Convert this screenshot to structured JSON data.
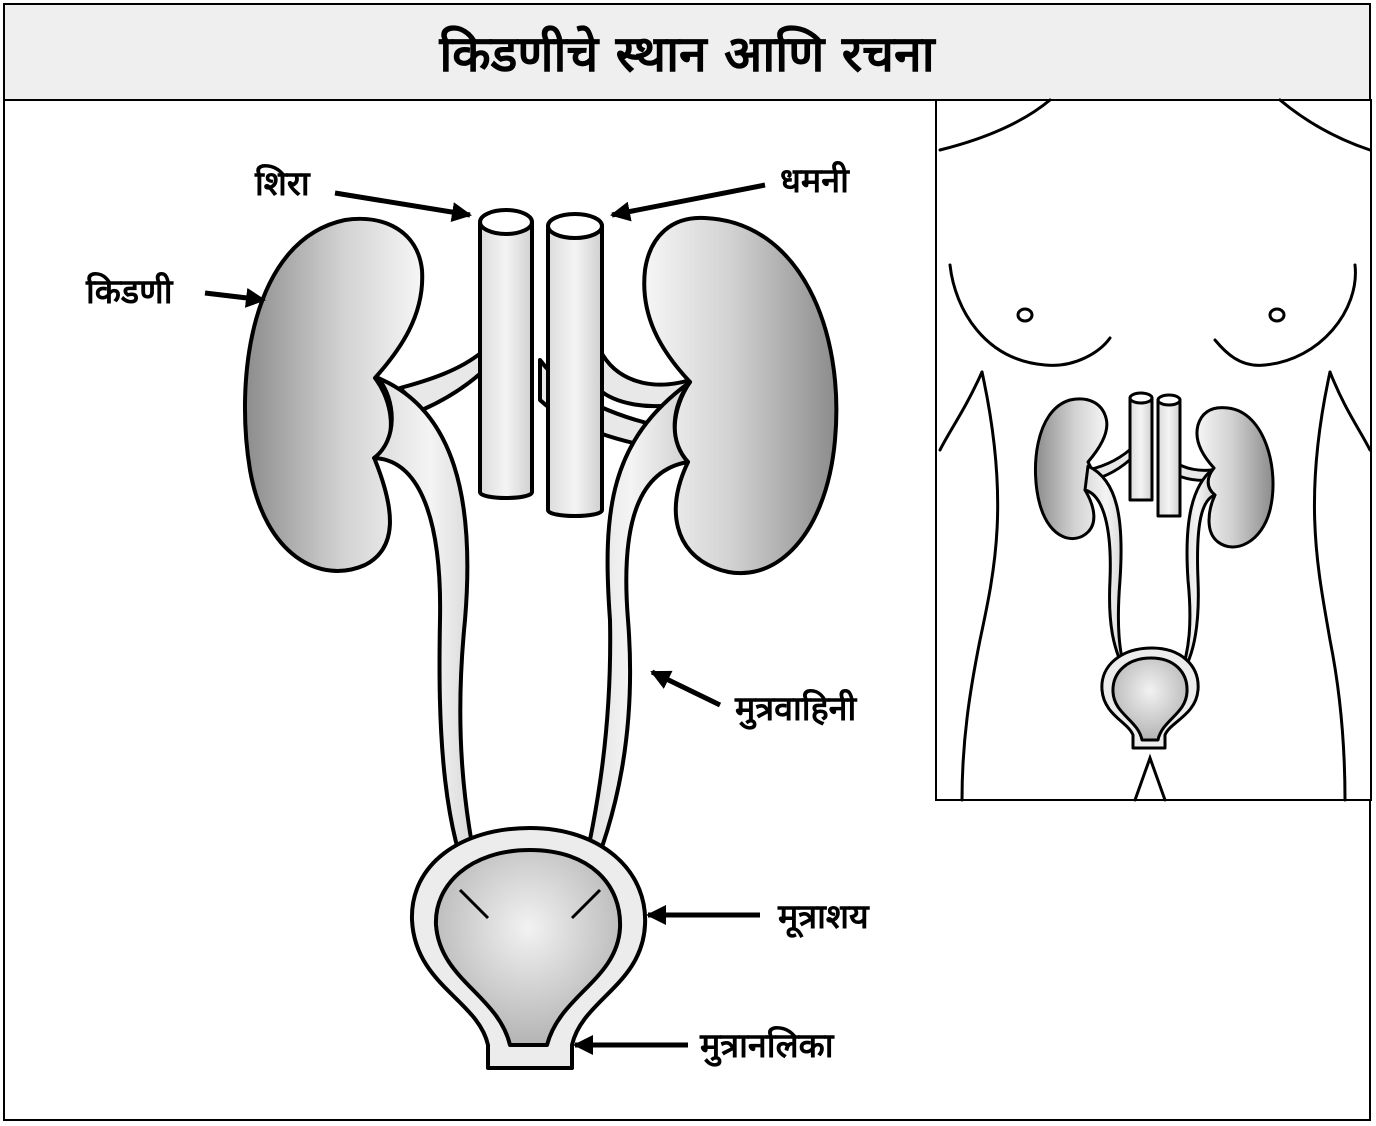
{
  "title": "किडणीचे स्थान आणि रचना",
  "labels": {
    "vein": "शिरा",
    "artery": "धमनी",
    "kidney": "किडणी",
    "ureter": "मुत्रवाहिनी",
    "bladder": "मूत्राशय",
    "urethra": "मुत्रानलिका"
  }
}
